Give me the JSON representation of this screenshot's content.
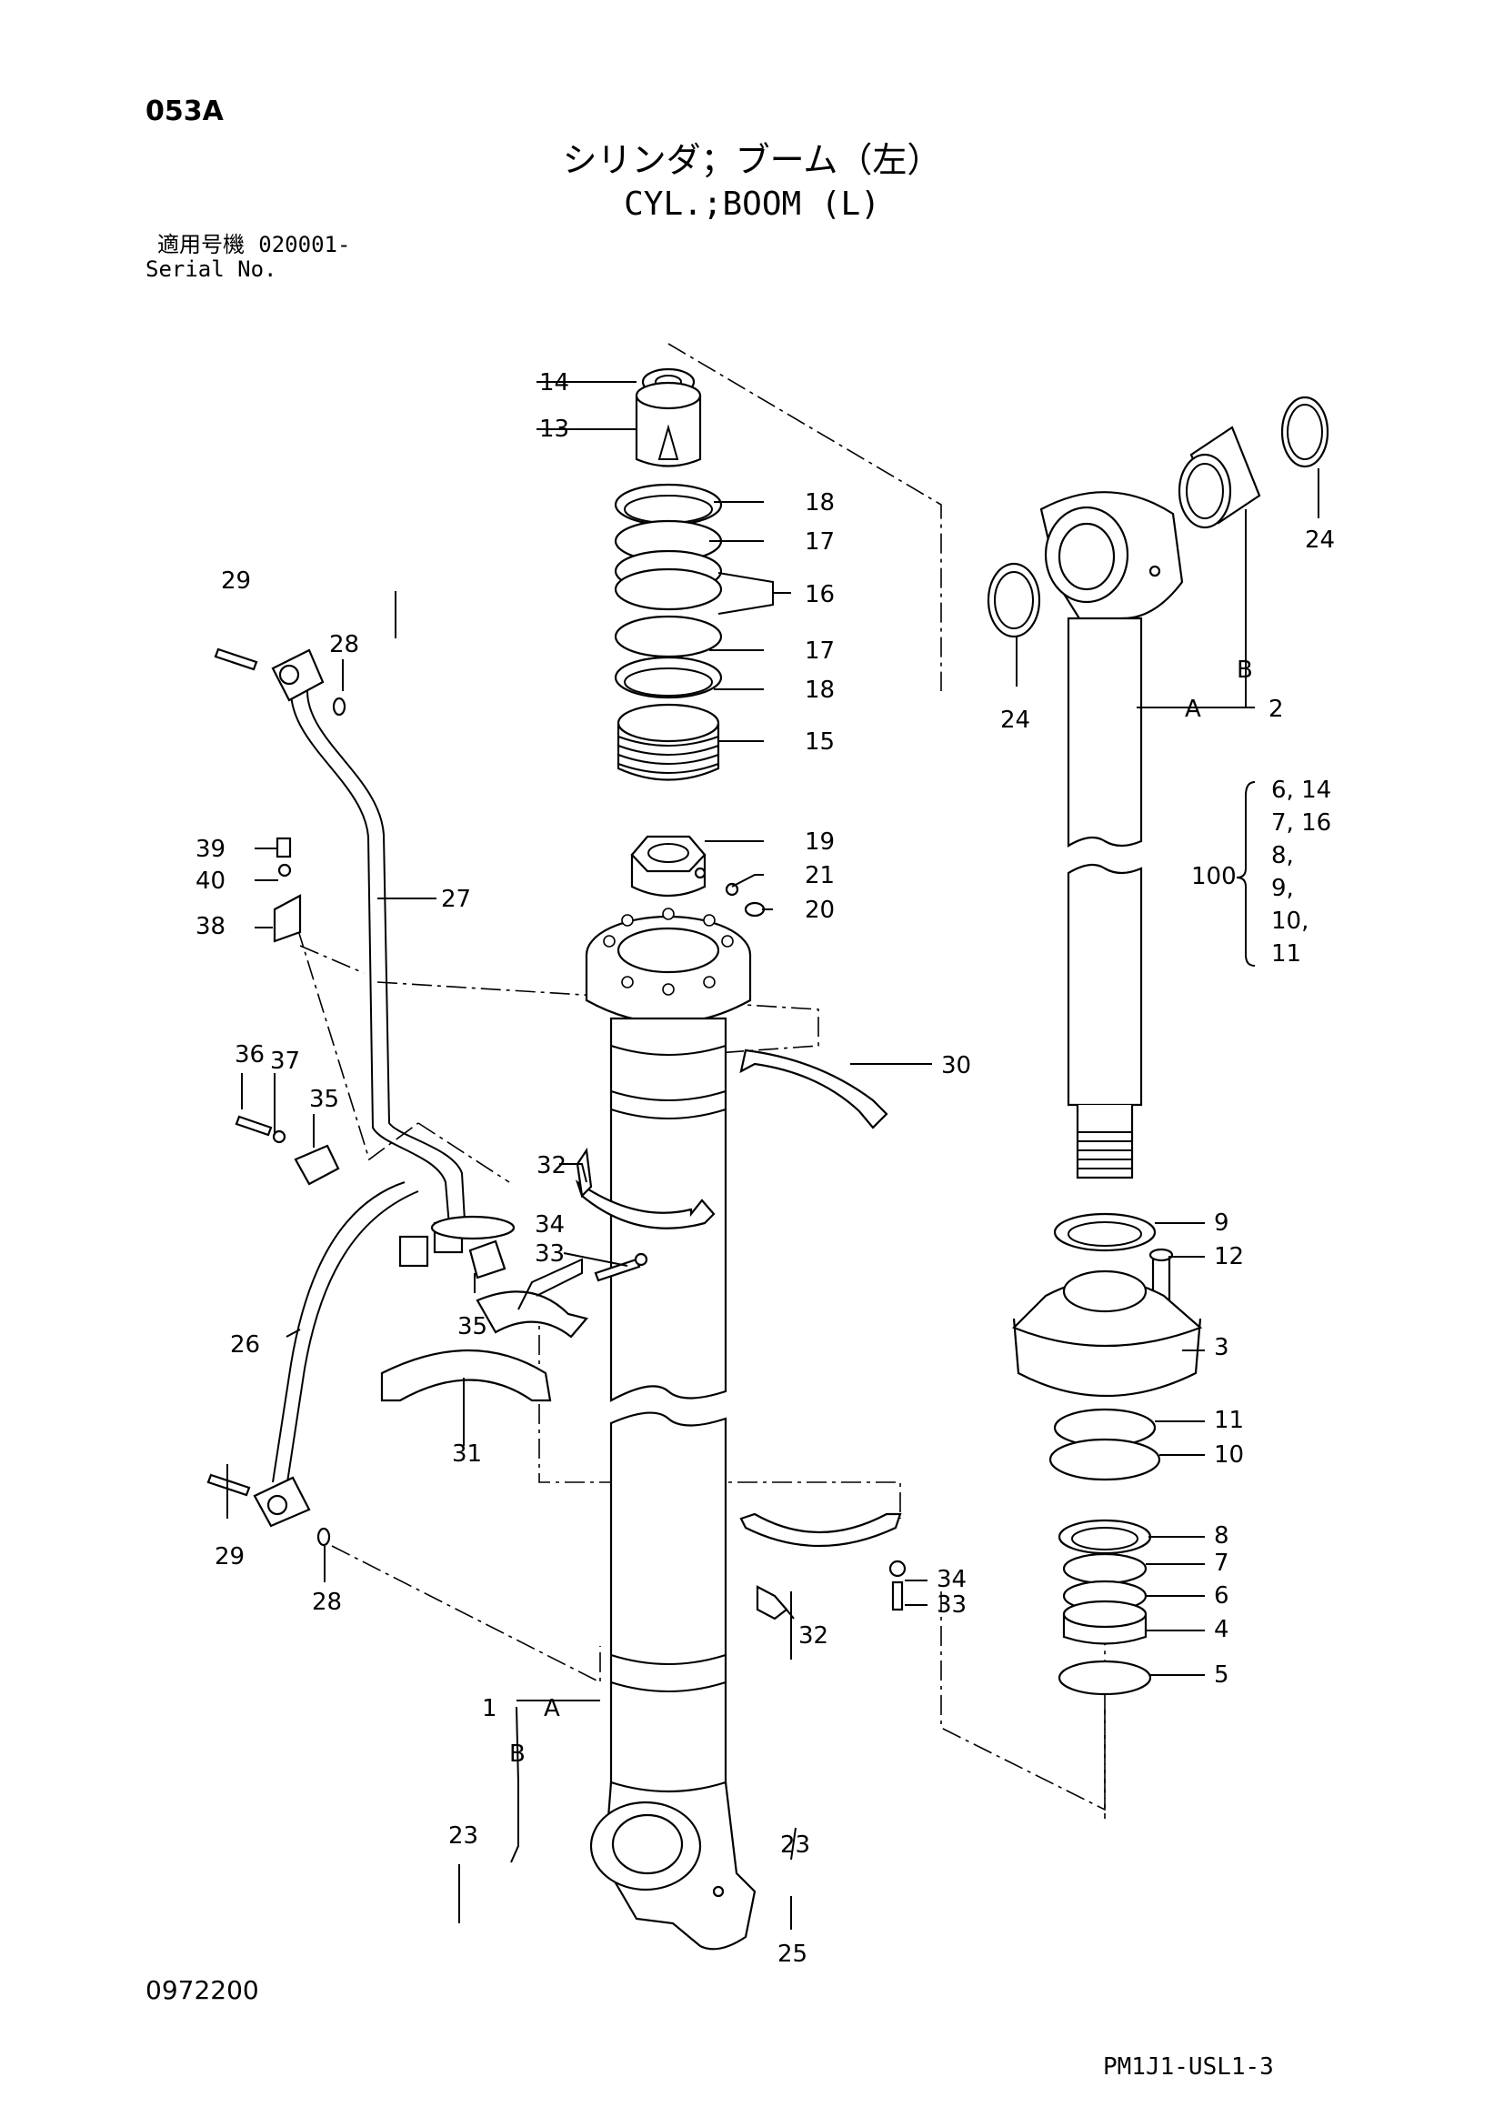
{
  "header": {
    "page_code": "053A",
    "title_jp": "シリンダ；ブーム（左）",
    "title_en": "CYL.;BOOM (L)",
    "serial_label_jp": "適用号機",
    "serial_value": "020001-",
    "serial_label_en": "Serial No."
  },
  "callouts": {
    "c1": "1",
    "c2": "2",
    "c3": "3",
    "c4": "4",
    "c5": "5",
    "c6": "6",
    "c7": "7",
    "c8": "8",
    "c9": "9",
    "c10": "10",
    "c11": "11",
    "c12": "12",
    "c13": "13",
    "c14": "14",
    "c15": "15",
    "c16": "16",
    "c17a": "17",
    "c17b": "17",
    "c18a": "18",
    "c18b": "18",
    "c19": "19",
    "c20": "20",
    "c21": "21",
    "c23a": "23",
    "c23b": "23",
    "c24a": "24",
    "c24b": "24",
    "c25": "25",
    "c26": "26",
    "c27": "27",
    "c28a": "28",
    "c28b": "28",
    "c29a": "29",
    "c29b": "29",
    "c30": "30",
    "c31": "31",
    "c32a": "32",
    "c32b": "32",
    "c33a": "33",
    "c33b": "33",
    "c34a": "34",
    "c34b": "34",
    "c35a": "35",
    "c35b": "35",
    "c36": "36",
    "c37": "37",
    "c38": "38",
    "c39": "39",
    "c40": "40"
  },
  "letters": {
    "A1": "A",
    "B1": "B",
    "A2": "A",
    "B2": "B"
  },
  "kit": {
    "number": "100",
    "items": [
      "6, 14",
      "7, 16",
      "8,",
      "9,",
      "10,",
      "11"
    ]
  },
  "footer": {
    "doc_number": "0972200",
    "sheet_id": "PM1J1-USL1-3"
  }
}
